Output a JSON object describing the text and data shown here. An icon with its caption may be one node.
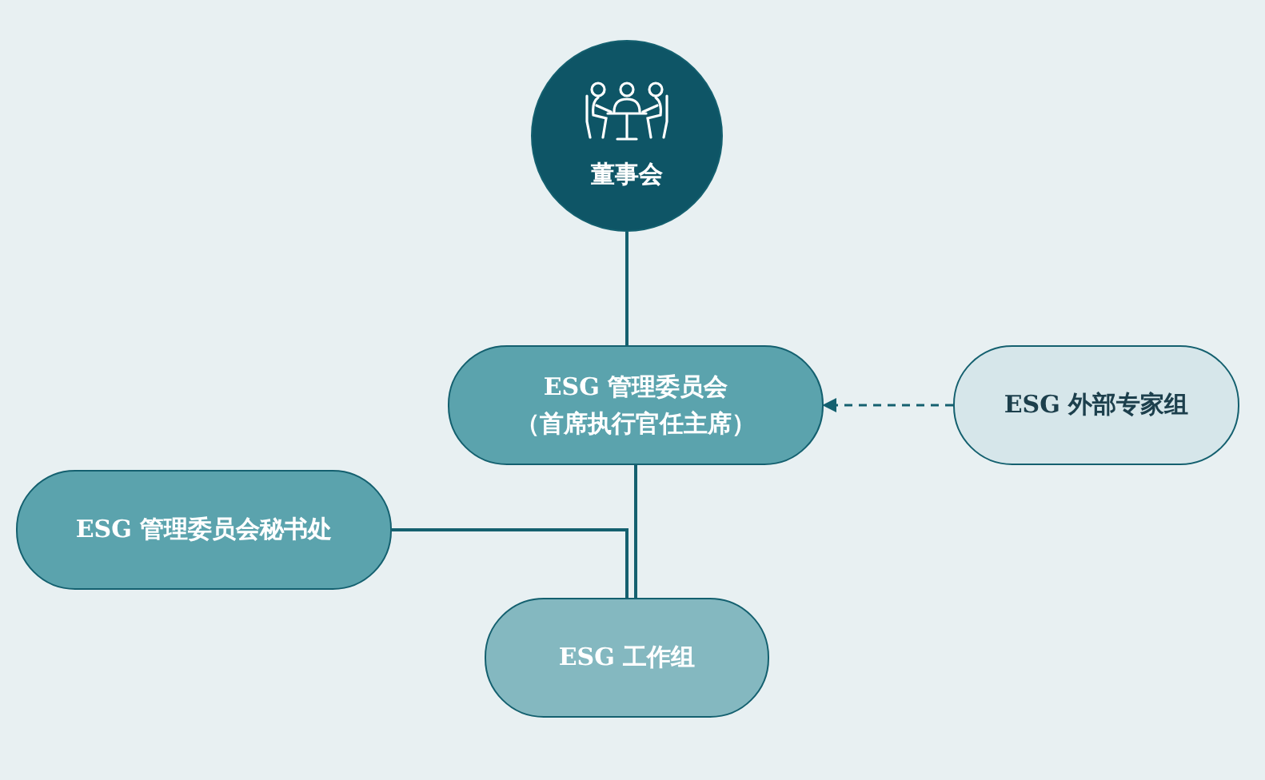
{
  "diagram": {
    "nodes": [
      {
        "text": [
          "董事会"
        ]
      },
      {
        "text": [
          "ESG 管理委员会",
          "（首席执行官任主席）"
        ]
      },
      {
        "text": [
          "ESG 外部专家组"
        ]
      },
      {
        "text": [
          "ESG 管理委员会秘书处"
        ]
      },
      {
        "text": [
          "ESG 工作组"
        ]
      }
    ],
    "edges": [
      {
        "from": 0,
        "to": 1,
        "arrow": "none"
      },
      {
        "from": 2,
        "to": 1,
        "arrow": "to",
        "style": "dashed"
      },
      {
        "from": 1,
        "to": 4,
        "arrow": "none"
      },
      {
        "from": 3,
        "to": 4,
        "arrow": "none"
      }
    ]
  }
}
